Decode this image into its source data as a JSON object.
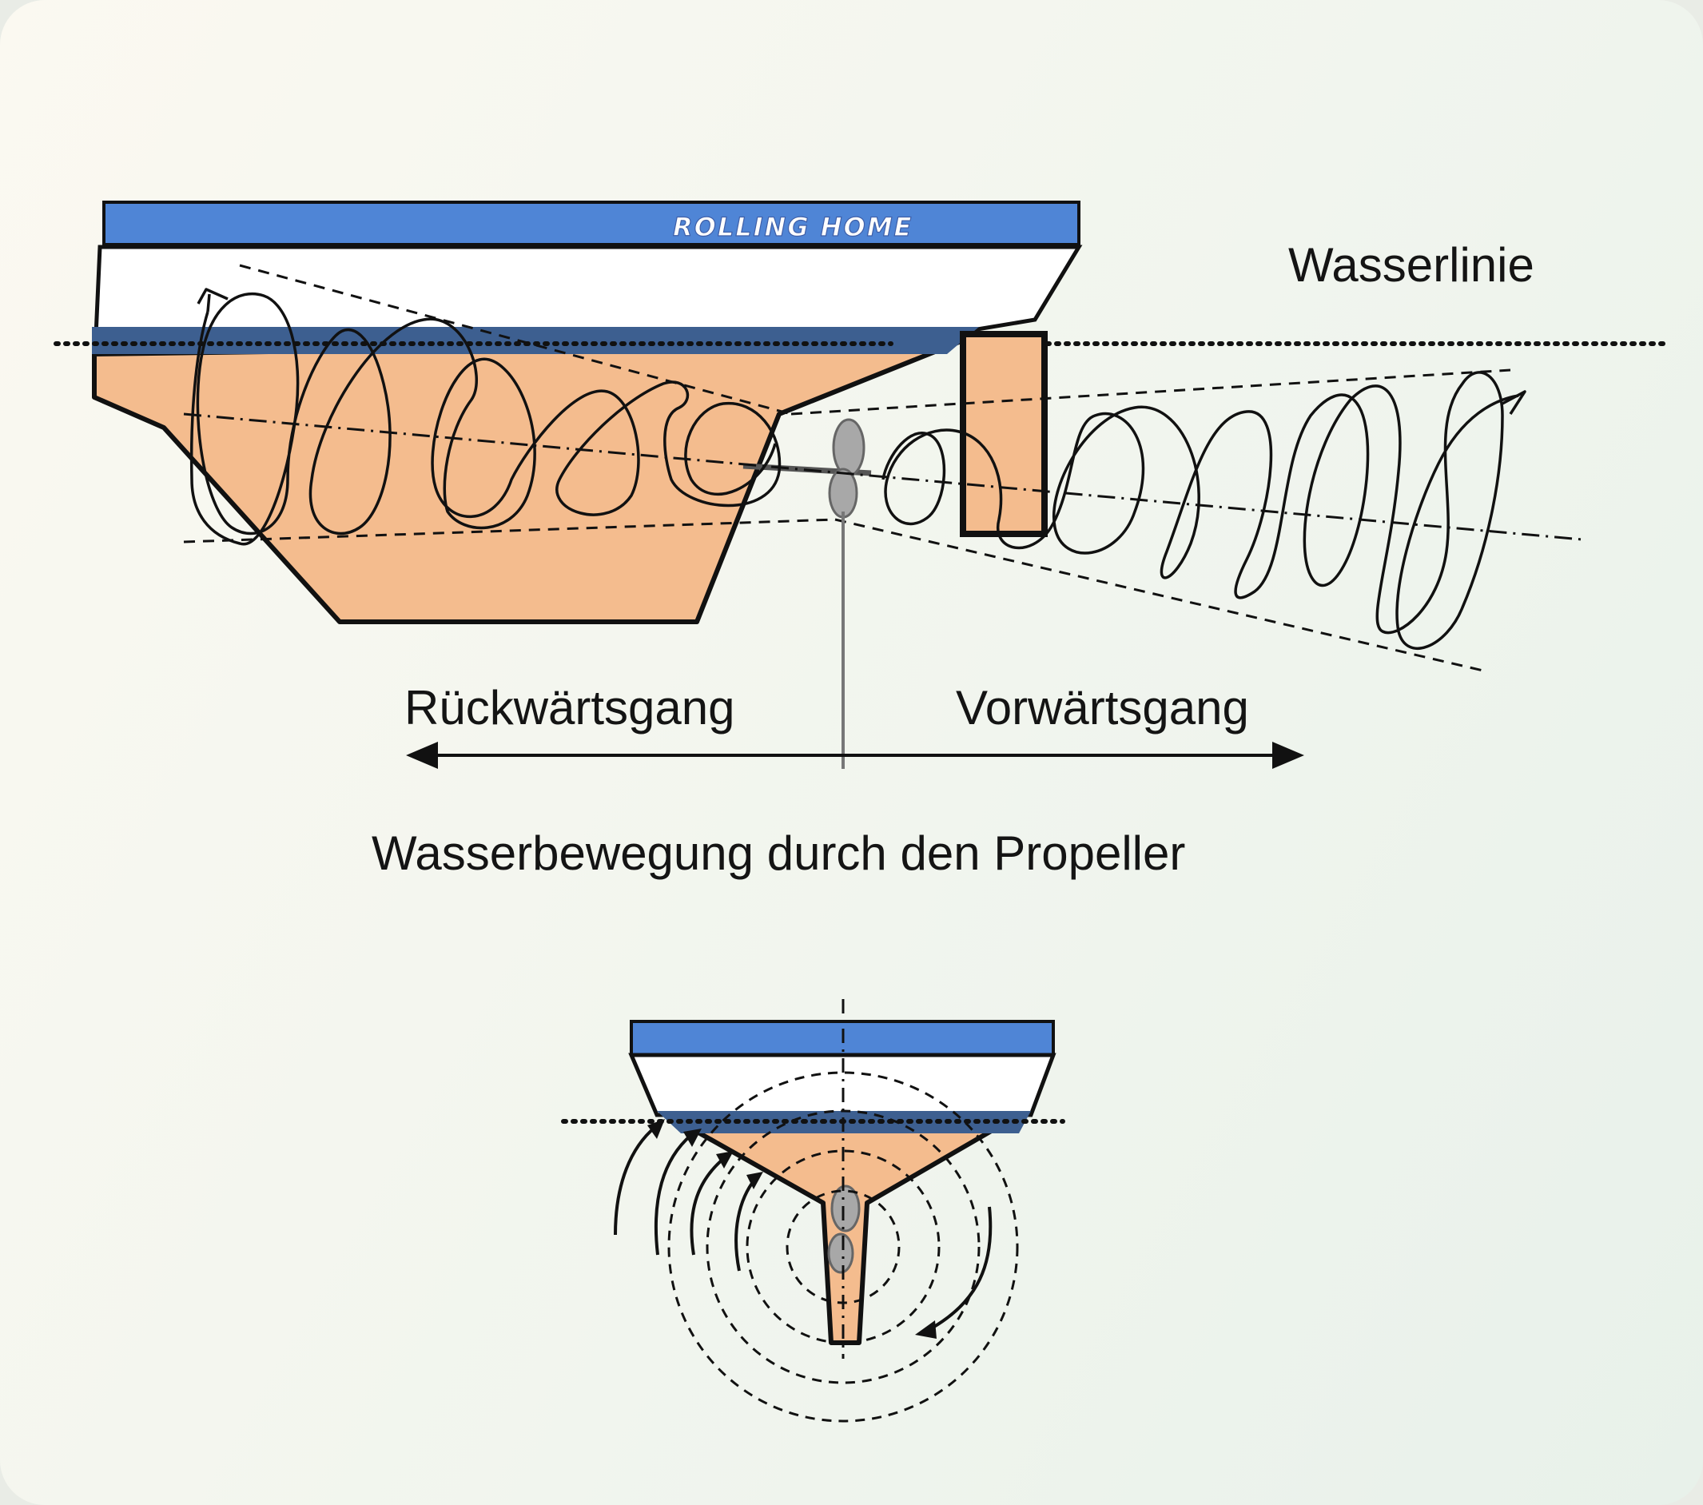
{
  "labels": {
    "boat_name": "ROLLING HOME",
    "waterline": "Wasserlinie",
    "reverse": "Rückwärtsgang",
    "forward": "Vorwärtsgang",
    "caption": "Wasserbewegung durch den Propeller"
  },
  "colors": {
    "deck": "#4f85d6",
    "waterline_band": "#3d5f90",
    "underwater_hull": "#f4bc8e",
    "propeller": "#a8a8a8",
    "outline": "#111111"
  }
}
